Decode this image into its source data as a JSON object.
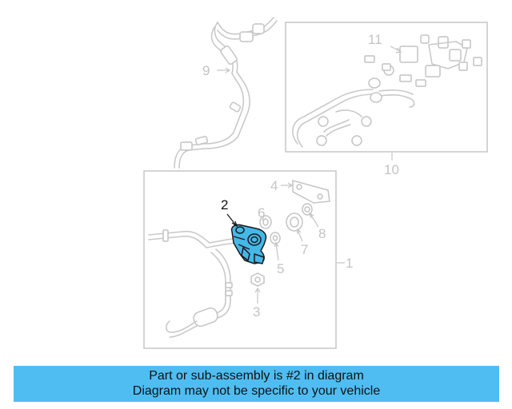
{
  "diagram": {
    "callouts": {
      "c1": "1",
      "c2": "2",
      "c3": "3",
      "c4": "4",
      "c5": "5",
      "c6": "6",
      "c7": "7",
      "c8": "8",
      "c9": "9",
      "c10": "10",
      "c11": "11"
    },
    "highlight_color": "#45b8e8"
  },
  "banner": {
    "line1": "Part or sub-assembly is #2 in diagram",
    "line2": "Diagram may not be specific to your vehicle",
    "background": "#4fbdf2"
  }
}
